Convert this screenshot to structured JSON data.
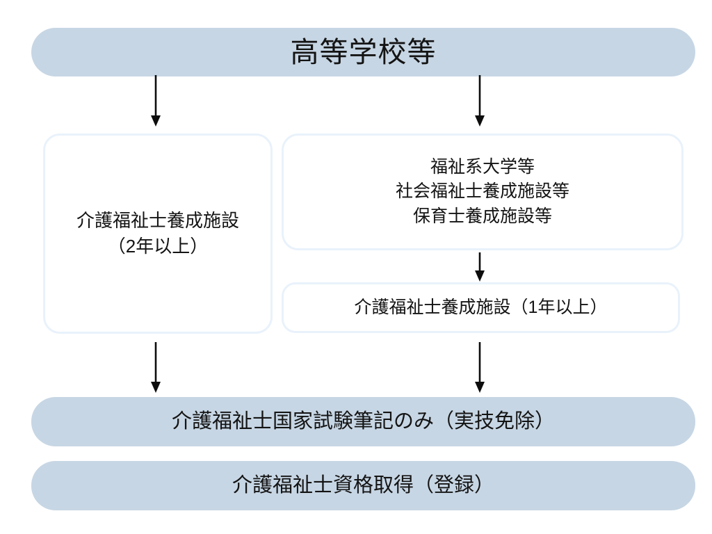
{
  "diagram": {
    "title_node": {
      "name": "high-school",
      "text": "高等学校等"
    },
    "nodes": [
      {
        "id": "kaigo-2y",
        "text": "介護福祉士養成施設\n（2年以上）",
        "style": "outlined"
      },
      {
        "id": "fukushi-group",
        "text": "福祉系大学等\n社会福祉士養成施設等\n保育士養成施設等",
        "style": "outlined"
      },
      {
        "id": "kaigo-1y",
        "text": "介護福祉士養成施設（1年以上）",
        "style": "outlined"
      },
      {
        "id": "exam",
        "text": "介護福祉士国家試験筆記のみ（実技免除）",
        "style": "filled"
      },
      {
        "id": "license",
        "text": "介護福祉士資格取得（登録）",
        "style": "filled"
      }
    ],
    "edges": [
      {
        "id": "edge-hs-to-kaigo2y",
        "from": "high-school",
        "to": "kaigo-2y"
      },
      {
        "id": "edge-hs-to-fukushi",
        "from": "high-school",
        "to": "fukushi-group"
      },
      {
        "id": "edge-fukushi-to-1y",
        "from": "fukushi-group",
        "to": "kaigo-1y"
      },
      {
        "id": "edge-kaigo2y-to-exam",
        "from": "kaigo-2y",
        "to": "exam"
      },
      {
        "id": "edge-kaigo1y-to-exam",
        "from": "kaigo-1y",
        "to": "exam"
      }
    ],
    "colors": {
      "filled_background": "#c7d6e4",
      "outlined_border": "#e9f2fb",
      "outlined_background": "#ffffff",
      "arrow": "#0d0d0d",
      "text": "#141414",
      "page_background": "#ffffff"
    }
  }
}
